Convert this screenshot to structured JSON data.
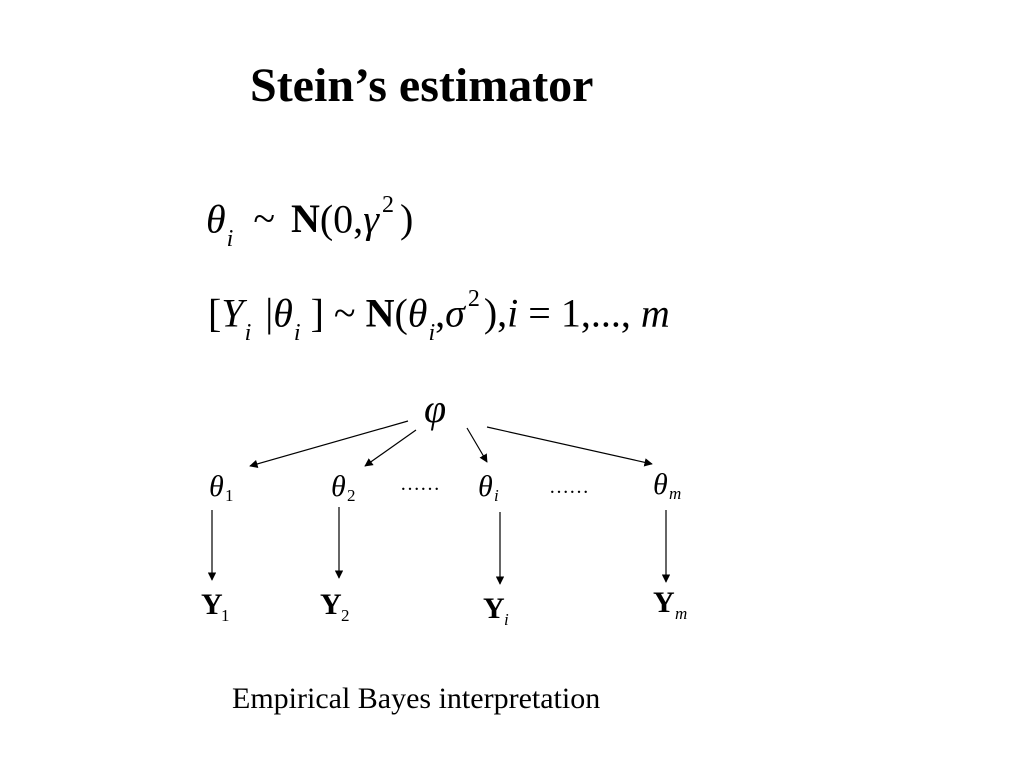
{
  "slide": {
    "title": "Stein’s estimator",
    "caption": "Empirical Bayes interpretation"
  },
  "equations": {
    "prior": {
      "theta": "θ",
      "i": "i",
      "tilde": "~",
      "N": "N",
      "args_open": "(0,",
      "gamma": "γ",
      "two": "2",
      "close": ")"
    },
    "likelihood": {
      "bracket_open": "[",
      "Y": "Y",
      "i1": "i",
      "bar": "|",
      "theta": "θ",
      "i2": "i",
      "bracket_close": "]",
      "tilde": "~",
      "N": "N",
      "paren_open": "(",
      "theta2": "θ",
      "i3": "i",
      "comma": ",",
      "sigma": "σ",
      "two": "2",
      "paren_close": "),",
      "i4": "i",
      "equals": "=",
      "range": "1,...,",
      "m": "m"
    }
  },
  "diagram": {
    "root": "φ",
    "ellipsis_1": "……",
    "ellipsis_2": "……",
    "theta_nodes": [
      {
        "symbol": "θ",
        "sub": "1"
      },
      {
        "symbol": "θ",
        "sub": "2"
      },
      {
        "symbol": "θ",
        "sub": "i"
      },
      {
        "symbol": "θ",
        "sub": "m"
      }
    ],
    "y_nodes": [
      {
        "symbol": "Y",
        "sub": "1"
      },
      {
        "symbol": "Y",
        "sub": "2"
      },
      {
        "symbol": "Y",
        "sub": "i"
      },
      {
        "symbol": "Y",
        "sub": "m"
      }
    ]
  }
}
